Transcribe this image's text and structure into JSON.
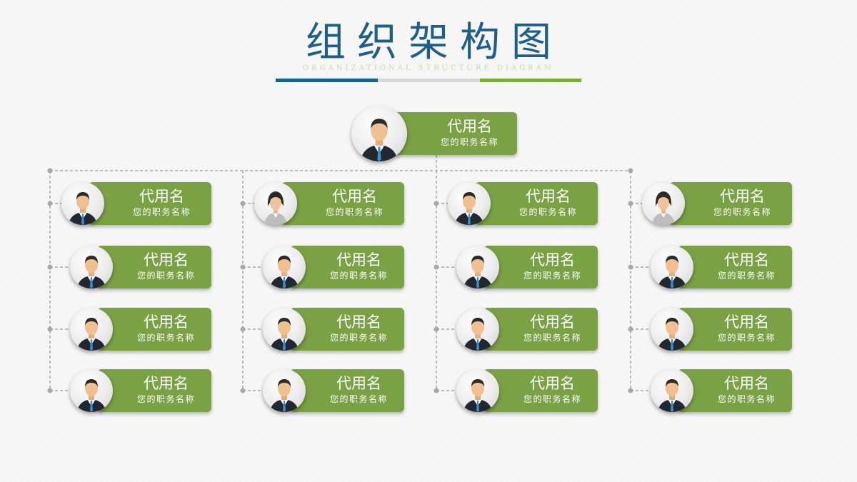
{
  "header": {
    "title": "组织架构图",
    "subtitle": "ORGANIZATIONAL STRUCTURE DIAGRAM"
  },
  "colors": {
    "card_green": "#7ba145",
    "title_blue": "#1d5f8a",
    "accent_green": "#7cac3b",
    "connector_gray": "#a8a8a8"
  },
  "top": {
    "name": "代用名",
    "role": "您的职务名称",
    "avatar": "male-avatar-icon"
  },
  "columns": [
    {
      "members": [
        {
          "name": "代用名",
          "role": "您的职务名称",
          "avatar": "male-avatar-icon"
        },
        {
          "name": "代用名",
          "role": "您的职务名称",
          "avatar": "male-avatar-icon"
        },
        {
          "name": "代用名",
          "role": "您的职务名称",
          "avatar": "male-avatar-icon"
        },
        {
          "name": "代用名",
          "role": "您的职务名称",
          "avatar": "male-avatar-icon"
        }
      ]
    },
    {
      "members": [
        {
          "name": "代用名",
          "role": "您的职务名称",
          "avatar": "female-avatar-icon"
        },
        {
          "name": "代用名",
          "role": "您的职务名称",
          "avatar": "male-avatar-icon"
        },
        {
          "name": "代用名",
          "role": "您的职务名称",
          "avatar": "male-avatar-icon"
        },
        {
          "name": "代用名",
          "role": "您的职务名称",
          "avatar": "male-avatar-icon"
        }
      ]
    },
    {
      "members": [
        {
          "name": "代用名",
          "role": "您的职务名称",
          "avatar": "male-avatar-icon"
        },
        {
          "name": "代用名",
          "role": "您的职务名称",
          "avatar": "male-avatar-icon"
        },
        {
          "name": "代用名",
          "role": "您的职务名称",
          "avatar": "male-avatar-icon"
        },
        {
          "name": "代用名",
          "role": "您的职务名称",
          "avatar": "male-avatar-icon"
        }
      ]
    },
    {
      "members": [
        {
          "name": "代用名",
          "role": "您的职务名称",
          "avatar": "female-avatar-icon"
        },
        {
          "name": "代用名",
          "role": "您的职务名称",
          "avatar": "male-avatar-icon"
        },
        {
          "name": "代用名",
          "role": "您的职务名称",
          "avatar": "male-avatar-icon"
        },
        {
          "name": "代用名",
          "role": "您的职务名称",
          "avatar": "male-avatar-icon"
        }
      ]
    }
  ]
}
